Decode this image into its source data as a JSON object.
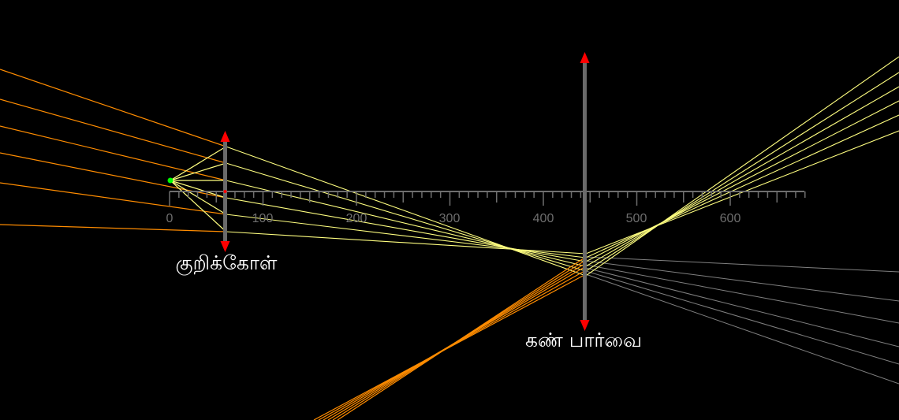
{
  "objective_lens": {
    "label": "குறிக்கோள்",
    "position_mm": 60
  },
  "eyepiece_lens": {
    "label": "கண் பார்வை",
    "position_mm": 445
  },
  "object_point_mm": 0,
  "ruler": {
    "min": 0,
    "max": 680,
    "major_step": 100,
    "minor_step": 10,
    "labels": [
      "0",
      "100",
      "200",
      "300",
      "400",
      "500",
      "600"
    ]
  },
  "colors": {
    "background": "#000000",
    "ray_before_objective": "#ff8c00",
    "ray_between_lenses": "#ffff80",
    "ray_virtual": "#808080",
    "lens_body": "#6a6a6a",
    "lens_arrow": "#ff0000",
    "object_point": "#00ff00",
    "ruler": "#6e6e6e",
    "label": "#ffffff"
  }
}
